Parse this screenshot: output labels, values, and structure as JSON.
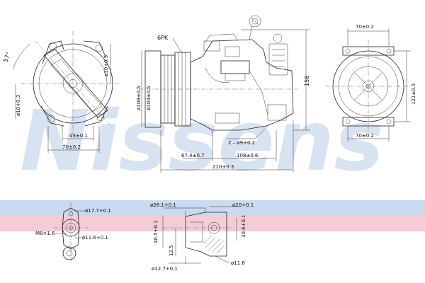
{
  "watermark": "Nissens",
  "colors": {
    "watermark": "#b9cde8",
    "band_blue": "#c9d9ef",
    "band_pink": "#f4ccd6",
    "ink": "#222222"
  },
  "labels": {
    "angle": "57°",
    "front_d1": "ø10+0.3",
    "front_d2": "ø10+0.3",
    "front_w1": "43±0.1",
    "front_w2": "70±0.2",
    "belt": "6PK",
    "pulley_d1": "ø108±0.5",
    "pulley_d2": "ø104±0.5",
    "holes": "2 – ø9+0.2",
    "len1": "67.4±0.7",
    "len2": "108±0.6",
    "len3": "210±0.3",
    "height": "158",
    "side_w1": "70±0.2",
    "side_w2": "70±0.2",
    "side_h": "121±0.5",
    "det1_d1": "ø17.7+0.1",
    "det1_thread": "M8×1.6",
    "det1_d2": "ø11.6+0.1",
    "det2_d1": "ø26.1+0.1",
    "det2_d2": "ø20+0.1",
    "det2_h1": "40.5+0.1",
    "det2_h2": "12.5",
    "det2_h3": "30.6+0.1",
    "det2_d3": "ø12.7+0.1",
    "det2_d4": "ø11.6"
  }
}
